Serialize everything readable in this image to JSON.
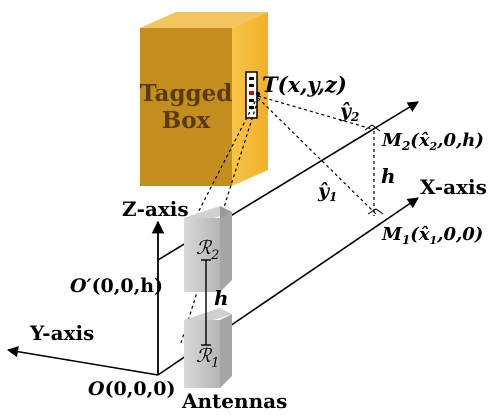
{
  "box": {
    "line1": "Tagged",
    "line2": "Box",
    "face_color": "#F4B93A",
    "side_color": "#C9931A",
    "top_color": "#F7CA63"
  },
  "tag_point": {
    "T": "T",
    "coords": "(x,y,z)"
  },
  "axes": {
    "z": "Z-axis",
    "x": "X-axis",
    "y": "Y-axis"
  },
  "points": {
    "O": "O",
    "O_coords": "(0,0,0)",
    "O_prime": "O′",
    "O_prime_coords": "(0,0,h)",
    "M1": "M",
    "M1_sub": "1",
    "M1_coords": "(x̂",
    "M1_sub2": "1",
    "M1_tail": ",0,0)",
    "M2": "M",
    "M2_sub": "2",
    "M2_coords": "(x̂",
    "M2_sub2": "2",
    "M2_tail": ",0,h)"
  },
  "distances": {
    "y1_hat": "ŷ",
    "y1_sub": "1",
    "y2_hat": "ŷ",
    "y2_sub": "2",
    "h_right": "h",
    "h_mid": "h"
  },
  "antennas": {
    "R2": "ℛ",
    "R2_sub": "2",
    "R1": "ℛ",
    "R1_sub": "1",
    "label": "Antennas",
    "color_front": "#C8C8C8",
    "color_side": "#9E9E9E"
  }
}
